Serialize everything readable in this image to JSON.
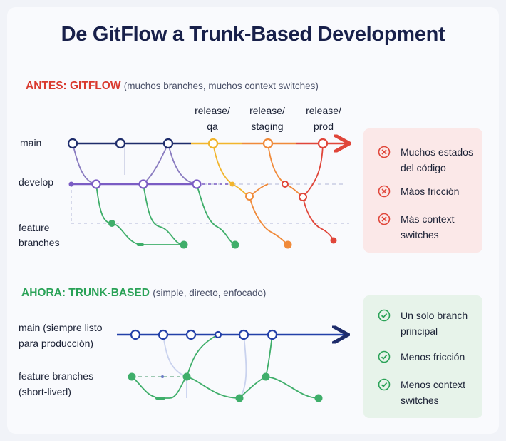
{
  "title": "De GitFlow a Trunk-Based Development",
  "before": {
    "heading": "ANTES: GITFLOW",
    "subheading": "(muchos branches, muchos context switches)",
    "rows": {
      "main": "main",
      "develop": "develop",
      "feature_1": "feature",
      "feature_2": "branches"
    },
    "releases": [
      {
        "line1": "release/",
        "line2": "qa"
      },
      {
        "line1": "release/",
        "line2": "staging"
      },
      {
        "line1": "release/",
        "line2": "prod"
      }
    ],
    "cons": [
      {
        "icon": "x-circle-icon",
        "text": "Muchos estados del código"
      },
      {
        "icon": "x-circle-icon",
        "text": "Máos fricción"
      },
      {
        "icon": "x-circle-icon",
        "text": "Más context switches"
      }
    ]
  },
  "after": {
    "heading": "AHORA: TRUNK-BASED",
    "subheading": "(simple, directo, enfocado)",
    "rows": {
      "main_1": "main (siempre listo",
      "main_2": "para producción)",
      "feature_1": "feature branches",
      "feature_2": "(short-lived)"
    },
    "pros": [
      {
        "icon": "check-circle-icon",
        "text": "Un solo branch principal"
      },
      {
        "icon": "check-circle-icon",
        "text": "Menos fricción"
      },
      {
        "icon": "check-circle-icon",
        "text": "Menos context switches"
      }
    ]
  },
  "colors": {
    "navy": "#1e2c6b",
    "purple": "#7b5cc4",
    "green": "#3fae6a",
    "yellow": "#f2b52c",
    "orange": "#f08a3a",
    "red": "#e0463a",
    "trunk_blue": "#2340a8"
  }
}
